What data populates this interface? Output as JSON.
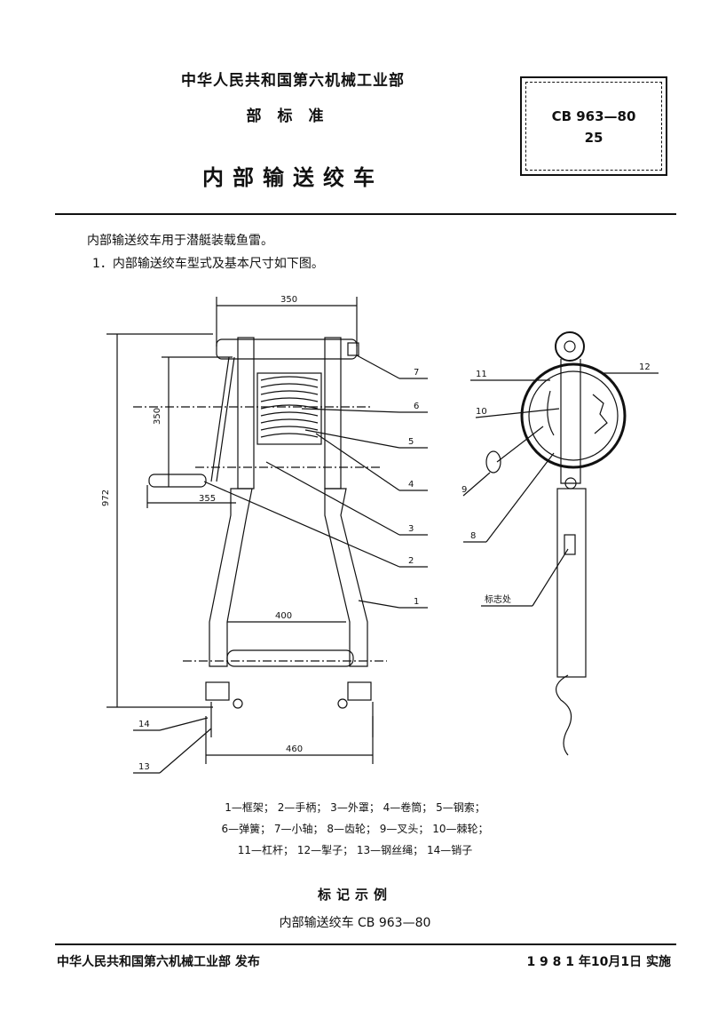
{
  "header": {
    "ministry": "中华人民共和国第六机械工业部",
    "standard_type": "部标准",
    "title": "内部输送绞车",
    "code": "CB 963—80",
    "code_sub": "25"
  },
  "body": {
    "intro": "内部输送绞车用于潜艇装载鱼雷。",
    "item1": "1．内部输送绞车型式及基本尺寸如下图。"
  },
  "figure": {
    "dims": {
      "d350_top": "350",
      "d350_side": "350",
      "d972": "972",
      "d355": "355",
      "d400": "400",
      "d460": "460"
    },
    "callouts": [
      "1",
      "2",
      "3",
      "4",
      "5",
      "6",
      "7",
      "8",
      "9",
      "10",
      "11",
      "12",
      "13",
      "14"
    ],
    "mark_label": "标志处"
  },
  "legend": {
    "line1": "1—框架；  2—手柄；  3—外罩；  4—卷筒；  5—钢索；",
    "line2": "6—弹簧；  7—小轴；  8—齿轮；  9—叉头；  10—棘轮；",
    "line3": "11—杠杆；  12—掣子；  13—钢丝绳；  14—销子"
  },
  "marking": {
    "title": "标记示例",
    "example": "内部输送绞车  CB 963—80"
  },
  "footer": {
    "publisher": "中华人民共和国第六机械工业部  发布",
    "effective": "1 9 8 1 年10月1日  实施"
  }
}
